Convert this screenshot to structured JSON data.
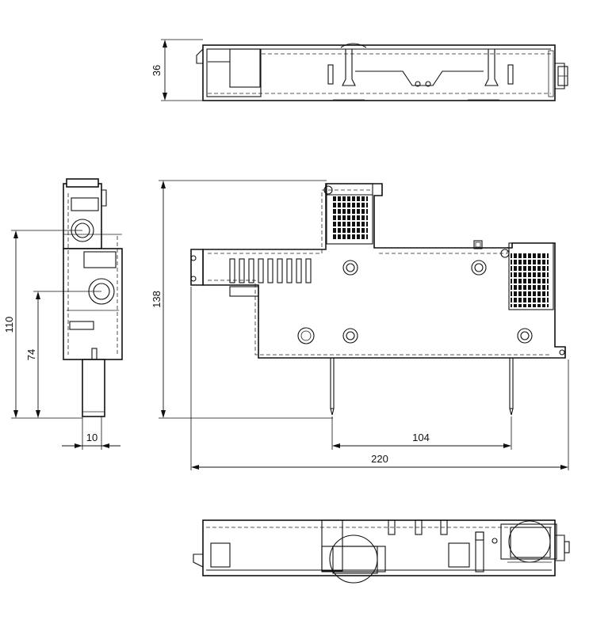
{
  "dimensions": {
    "top_height": "36",
    "height_138": "138",
    "height_110": "110",
    "height_74": "74",
    "width_10": "10",
    "width_104": "104",
    "width_220": "220"
  }
}
